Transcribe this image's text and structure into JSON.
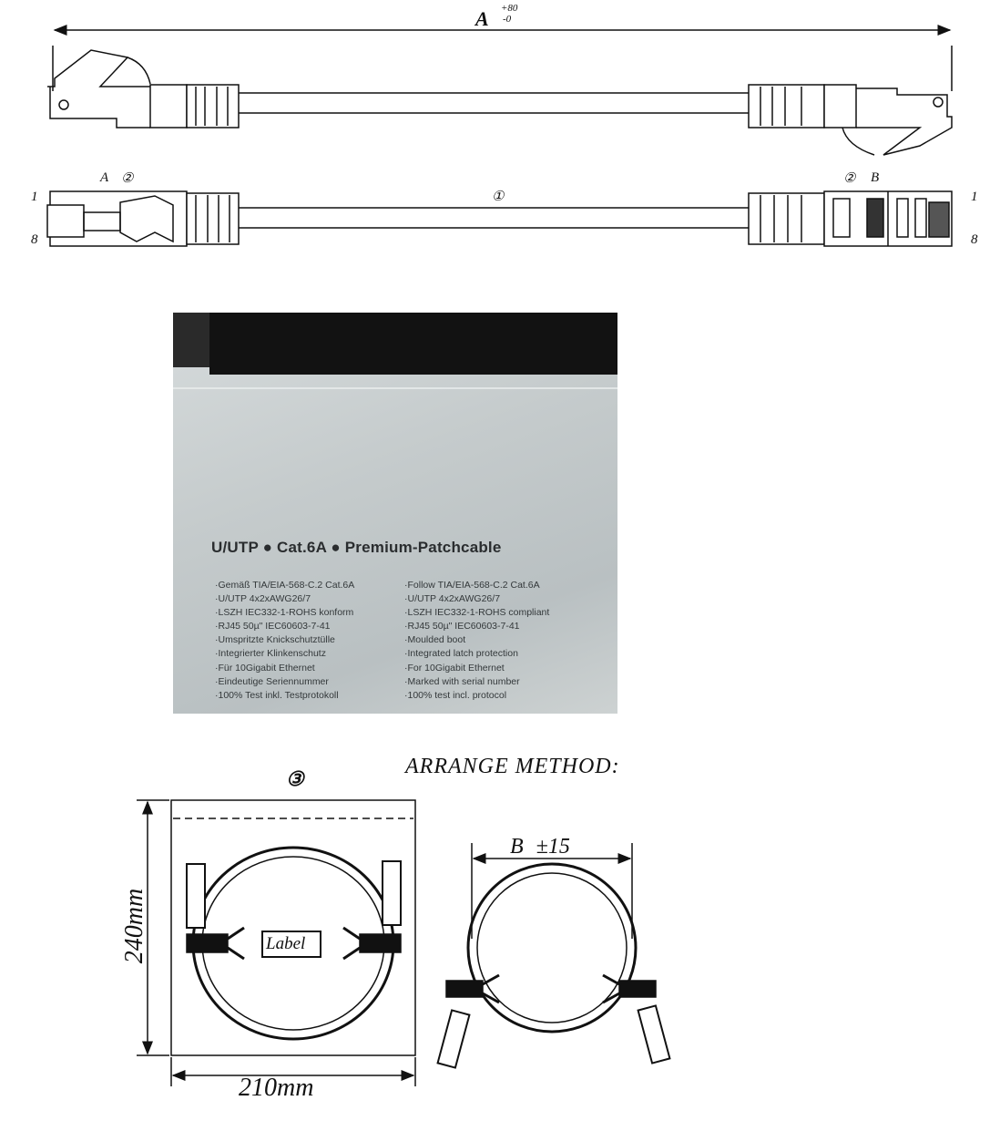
{
  "drawing": {
    "length_label": "A",
    "tolerance_plus": "+80",
    "tolerance_minus": "-0",
    "end_a_label": "A",
    "end_b_label": "B",
    "connector_callout": "②",
    "cable_callout": "①",
    "pin_first": "1",
    "pin_last": "8"
  },
  "package": {
    "title": "U/UTP ● Cat.6A ● Premium-Patchcable",
    "german_lines": [
      "·Gemäß TIA/EIA-568-C.2 Cat.6A",
      "·U/UTP 4x2xAWG26/7",
      "·LSZH IEC332-1-ROHS konform",
      "·RJ45 50µ\" IEC60603-7-41",
      "·Umspritzte Knickschutztülle",
      "·Integrierter Klinkenschutz",
      "·Für 10Gigabit Ethernet",
      "·Eindeutige Seriennummer",
      "·100% Test inkl. Testprotokoll"
    ],
    "english_lines": [
      "·Follow TIA/EIA-568-C.2 Cat.6A",
      "·U/UTP 4x2xAWG26/7",
      "·LSZH IEC332-1-ROHS compliant",
      "·RJ45 50µ\" IEC60603-7-41",
      "·Moulded boot",
      "·Integrated latch protection",
      "·For 10Gigabit Ethernet",
      "·Marked with serial number",
      "·100% test incl. protocol"
    ]
  },
  "arrange": {
    "title": "ARRANGE METHOD:",
    "bag_callout": "③",
    "height_label": "240mm",
    "width_label": "210mm",
    "label_tag": "Label",
    "diameter_label": "B ±15"
  }
}
